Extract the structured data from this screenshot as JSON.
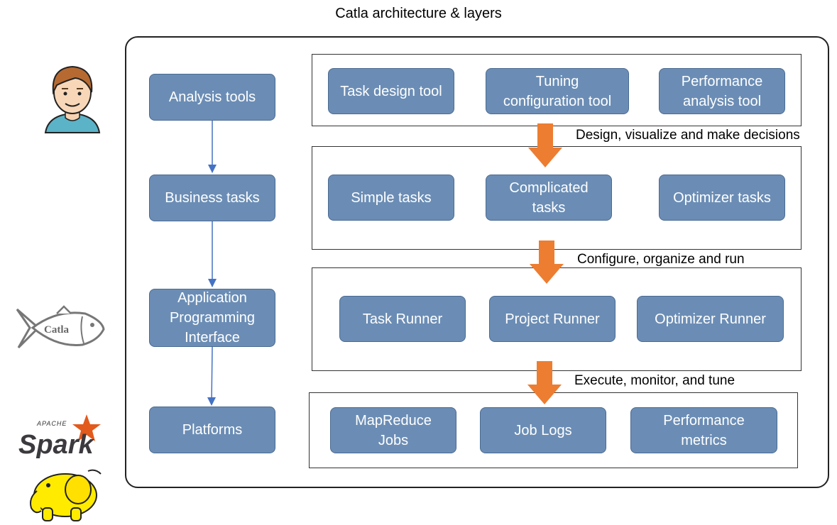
{
  "title": "Catla architecture & layers",
  "left_column": [
    "Analysis tools",
    "Business tasks",
    "Application\nProgramming\nInterface",
    "Platforms"
  ],
  "layers": [
    {
      "boxes": [
        "Task design tool",
        "Tuning\nconfiguration tool",
        "Performance\nanalysis tool"
      ]
    },
    {
      "boxes": [
        "Simple tasks",
        "Complicated\ntasks",
        "Optimizer tasks"
      ]
    },
    {
      "boxes": [
        "Task Runner",
        "Project Runner",
        "Optimizer Runner"
      ]
    },
    {
      "boxes": [
        "MapReduce\nJobs",
        "Job Logs",
        "Performance\nmetrics"
      ]
    }
  ],
  "arrow_labels": [
    "Design, visualize and make decisions",
    "Configure, organize and run",
    "Execute, monitor, and tune"
  ],
  "icons": {
    "user": "user-avatar-icon",
    "catla_logo": "Catla",
    "spark_logo_small": "APACHE",
    "spark_logo": "Spark",
    "hadoop": "hadoop-elephant-icon"
  },
  "colors": {
    "box_fill": "#6b8db5",
    "arrow_orange": "#ed7d31",
    "connector_blue": "#4472c4"
  }
}
